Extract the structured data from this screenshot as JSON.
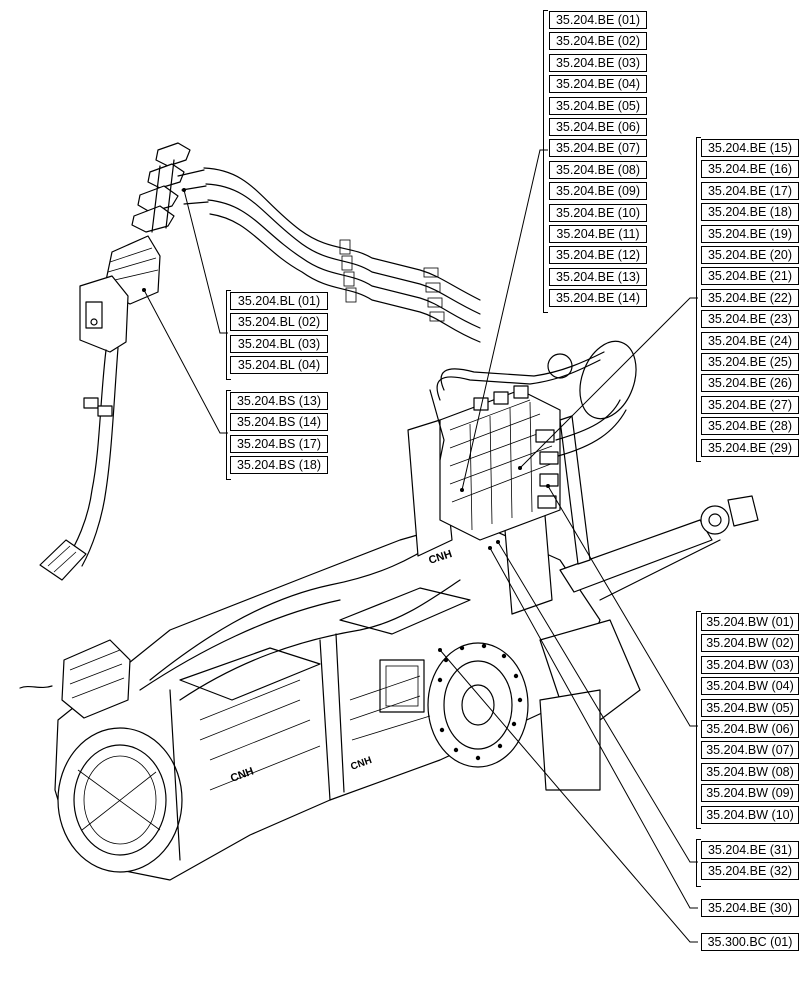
{
  "groups": [
    {
      "id": "be-top",
      "labels": [
        "35.204.BE (01)",
        "35.204.BE (02)",
        "35.204.BE (03)",
        "35.204.BE (04)",
        "35.204.BE (05)",
        "35.204.BE (06)",
        "35.204.BE (07)",
        "35.204.BE (08)",
        "35.204.BE (09)",
        "35.204.BE (10)",
        "35.204.BE (11)",
        "35.204.BE (12)",
        "35.204.BE (13)",
        "35.204.BE (14)"
      ]
    },
    {
      "id": "be-right",
      "labels": [
        "35.204.BE (15)",
        "35.204.BE (16)",
        "35.204.BE (17)",
        "35.204.BE (18)",
        "35.204.BE (19)",
        "35.204.BE (20)",
        "35.204.BE (21)",
        "35.204.BE (22)",
        "35.204.BE (23)",
        "35.204.BE (24)",
        "35.204.BE (25)",
        "35.204.BE (26)",
        "35.204.BE (27)",
        "35.204.BE (28)",
        "35.204.BE (29)"
      ]
    },
    {
      "id": "bl",
      "labels": [
        "35.204.BL (01)",
        "35.204.BL (02)",
        "35.204.BL (03)",
        "35.204.BL (04)"
      ]
    },
    {
      "id": "bs",
      "labels": [
        "35.204.BS (13)",
        "35.204.BS (14)",
        "35.204.BS (17)",
        "35.204.BS (18)"
      ]
    },
    {
      "id": "bw",
      "labels": [
        "35.204.BW (01)",
        "35.204.BW (02)",
        "35.204.BW (03)",
        "35.204.BW (04)",
        "35.204.BW (05)",
        "35.204.BW (06)",
        "35.204.BW (07)",
        "35.204.BW (08)",
        "35.204.BW (09)",
        "35.204.BW (10)"
      ]
    },
    {
      "id": "be-31",
      "labels": [
        "35.204.BE (31)",
        "35.204.BE (32)"
      ]
    },
    {
      "id": "be-30",
      "labels": [
        "35.204.BE (30)"
      ]
    },
    {
      "id": "bc",
      "labels": [
        "35.300.BC (01)"
      ]
    }
  ],
  "decals": {
    "brand": "CNH"
  }
}
